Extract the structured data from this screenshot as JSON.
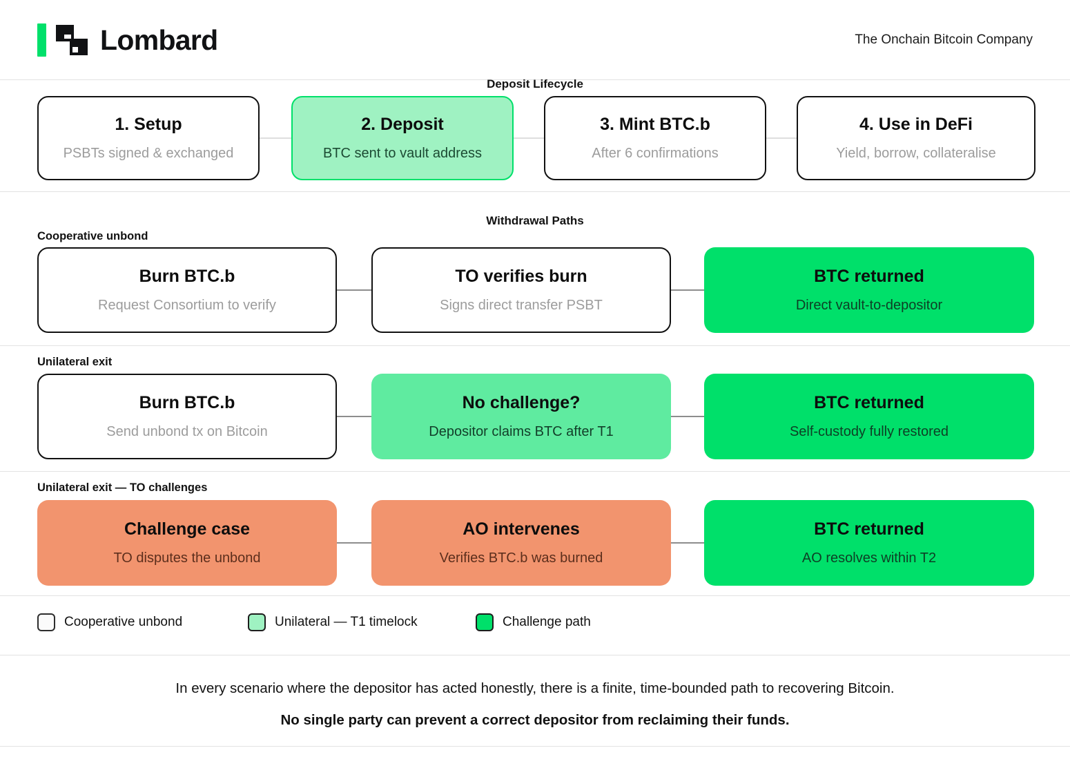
{
  "header": {
    "brand_name": "Lombard",
    "tagline": "The Onchain Bitcoin Company",
    "logo_bar_color": "#00E06A",
    "logo_mark_icon": "lombard-mark-icon"
  },
  "deposit_section": {
    "title": "Deposit Lifecycle",
    "nodes": [
      {
        "title": "1. Setup",
        "sub": "PSBTs signed & exchanged",
        "style": "plain"
      },
      {
        "title": "2. Deposit",
        "sub": "BTC sent to vault address",
        "style": "mint-out"
      },
      {
        "title": "3. Mint BTC.b",
        "sub": "After 6 confirmations",
        "style": "plain"
      },
      {
        "title": "4. Use in DeFi",
        "sub": "Yield, borrow, collateralise",
        "style": "plain"
      }
    ]
  },
  "withdrawal_section": {
    "title": "Withdrawal Paths",
    "rows": [
      {
        "label": "Cooperative unbond",
        "nodes": [
          {
            "title": "Burn BTC.b",
            "sub": "Request Consortium to verify",
            "style": "plain"
          },
          {
            "title": "TO verifies burn",
            "sub": "Signs direct transfer PSBT",
            "style": "plain"
          },
          {
            "title": "BTC returned",
            "sub": "Direct vault-to-depositor",
            "style": "green"
          }
        ]
      },
      {
        "label": "Unilateral exit",
        "nodes": [
          {
            "title": "Burn BTC.b",
            "sub": "Send unbond tx on Bitcoin",
            "style": "plain"
          },
          {
            "title": "No challenge?",
            "sub": "Depositor claims BTC after T1",
            "style": "mint"
          },
          {
            "title": "BTC returned",
            "sub": "Self-custody fully restored",
            "style": "green"
          }
        ]
      },
      {
        "label": "Unilateral exit — TO challenges",
        "nodes": [
          {
            "title": "Challenge case",
            "sub": "TO disputes the unbond",
            "style": "salmon"
          },
          {
            "title": "AO intervenes",
            "sub": "Verifies BTC.b was burned",
            "style": "salmon"
          },
          {
            "title": "BTC returned",
            "sub": "AO resolves within T2",
            "style": "green"
          }
        ]
      }
    ]
  },
  "legend": {
    "items": [
      {
        "label": "Cooperative unbond",
        "color": "#FBFBFB"
      },
      {
        "label": "Unilateral — T1 timelock",
        "color": "#9FF2C2"
      },
      {
        "label": "Challenge path",
        "color": "#00E06A"
      }
    ]
  },
  "footer": {
    "line1": "In every scenario where the depositor has acted honestly, there is a finite, time-bounded path to recovering Bitcoin.",
    "line2": "No single party can prevent a correct depositor from reclaiming their funds."
  }
}
